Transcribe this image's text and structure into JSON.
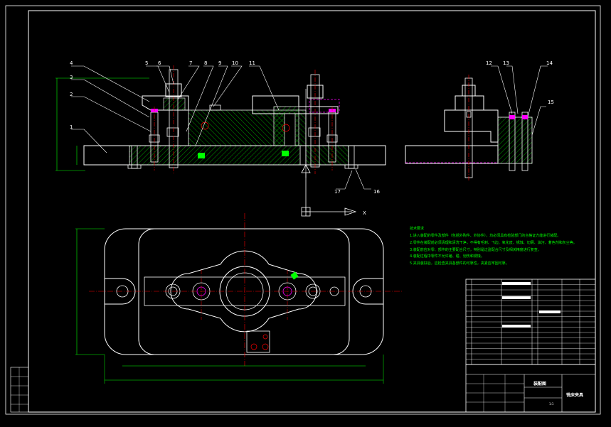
{
  "balloons": [
    "1",
    "2",
    "3",
    "4",
    "5",
    "6",
    "7",
    "8",
    "9",
    "10",
    "11",
    "12",
    "13",
    "14",
    "15",
    "16",
    "17"
  ],
  "axis_letter": "X",
  "notes": {
    "title": "技术要求",
    "lines": [
      "1.进入装配的零件及部件（包括外购件、外协件），均必须具有检验部门的合格证方能进行装配。",
      "2.零件在装配前必须清理和清洗干净，不得有毛刺、飞边、氧化皮、锈蚀、切屑、油污、着色剂和灰尘等。",
      "3.装配前应对零、部件的主要配合尺寸，特别是过盈配合尺寸及相关精度进行复查。",
      "4.装配过程中零件不允许磕、碰、划伤和锈蚀。",
      "5.夹具装好后，应检查夹具各部件的可靠性，夹紧应牢固可靠。"
    ]
  },
  "title_block": {
    "drawing_name": "装配图",
    "part_name": "铣床夹具",
    "ratio": "1:1"
  },
  "colors": {
    "geometry": "#ffffff",
    "dimension": "#00ff00",
    "centerline": "#ff0000",
    "hidden": "#ff00ff",
    "frame": "#ffffff"
  }
}
